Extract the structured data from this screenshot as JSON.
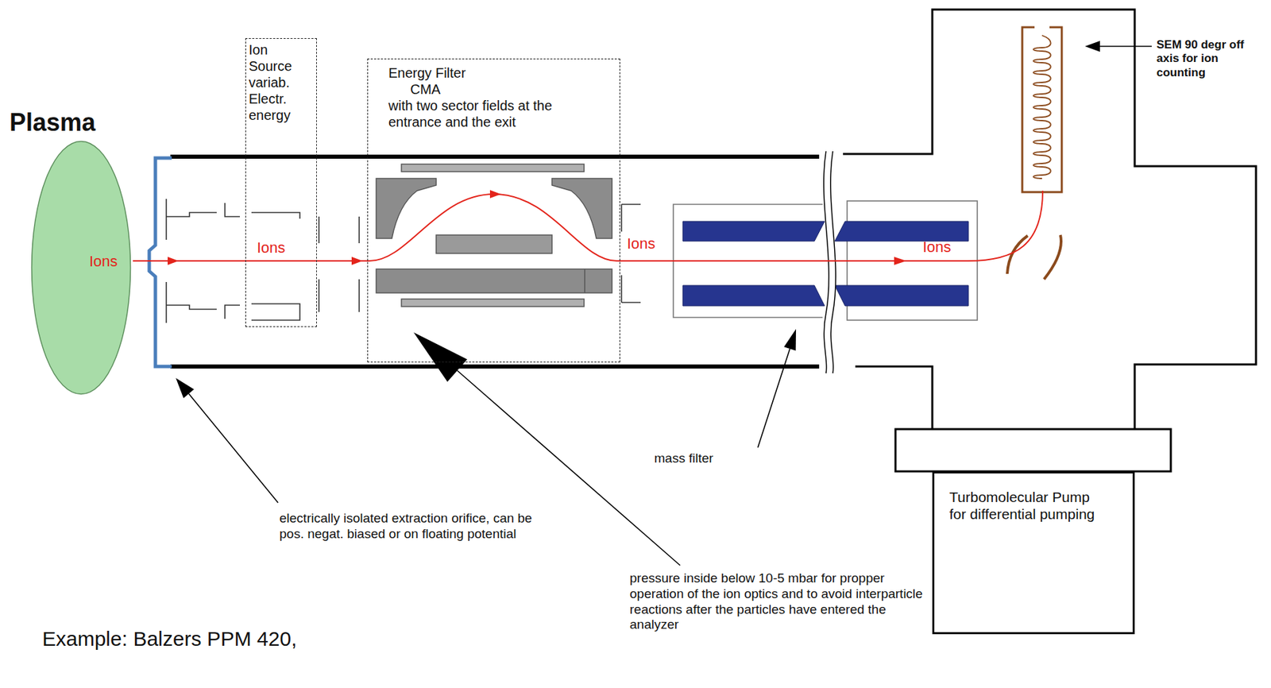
{
  "diagram": {
    "nodes": [
      {
        "text": [
          "Plasma",
          "Ions"
        ]
      },
      {
        "text": [
          "Ion Source variab. Electr. energy",
          "Ions"
        ]
      },
      {
        "text": [
          "Energy Filter",
          "CMA",
          "with two sector fields at the entrance and the exit"
        ]
      },
      {
        "text": [
          "Turbomolecular Pump for differential pumping"
        ]
      }
    ],
    "labels": [
      "Ions",
      "Ions",
      "SEM 90 degr off axis for ion counting",
      "mass filter",
      "electrically isolated extraction orifice, can be pos. negat. biased or on floating potential",
      "pressure inside below 10-5 mbar for propper operation of the ion optics and to avoid interparticle reactions after the particles have entered the analyzer",
      "Example: Balzers PPM 420,"
    ]
  }
}
